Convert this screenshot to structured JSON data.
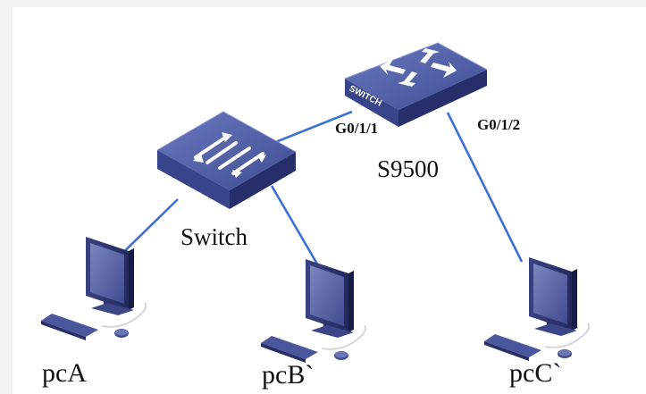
{
  "diagram": {
    "core_switch": {
      "name": "S9500",
      "panel_text": "SWITCH",
      "icon": "router-switch-icon"
    },
    "access_switch": {
      "name": "Switch",
      "icon": "switch-icon"
    },
    "ports": {
      "left": "G0/1/1",
      "right": "G0/1/2"
    },
    "pcs": [
      {
        "name": "pcA",
        "icon": "computer-icon"
      },
      {
        "name": "pcB`",
        "icon": "computer-icon"
      },
      {
        "name": "pcC`",
        "icon": "computer-icon"
      }
    ],
    "colors": {
      "link": "#3d6fd8",
      "device_top": "#5262a8",
      "device_side": "#2c3878",
      "device_dark": "#1e2656"
    }
  }
}
